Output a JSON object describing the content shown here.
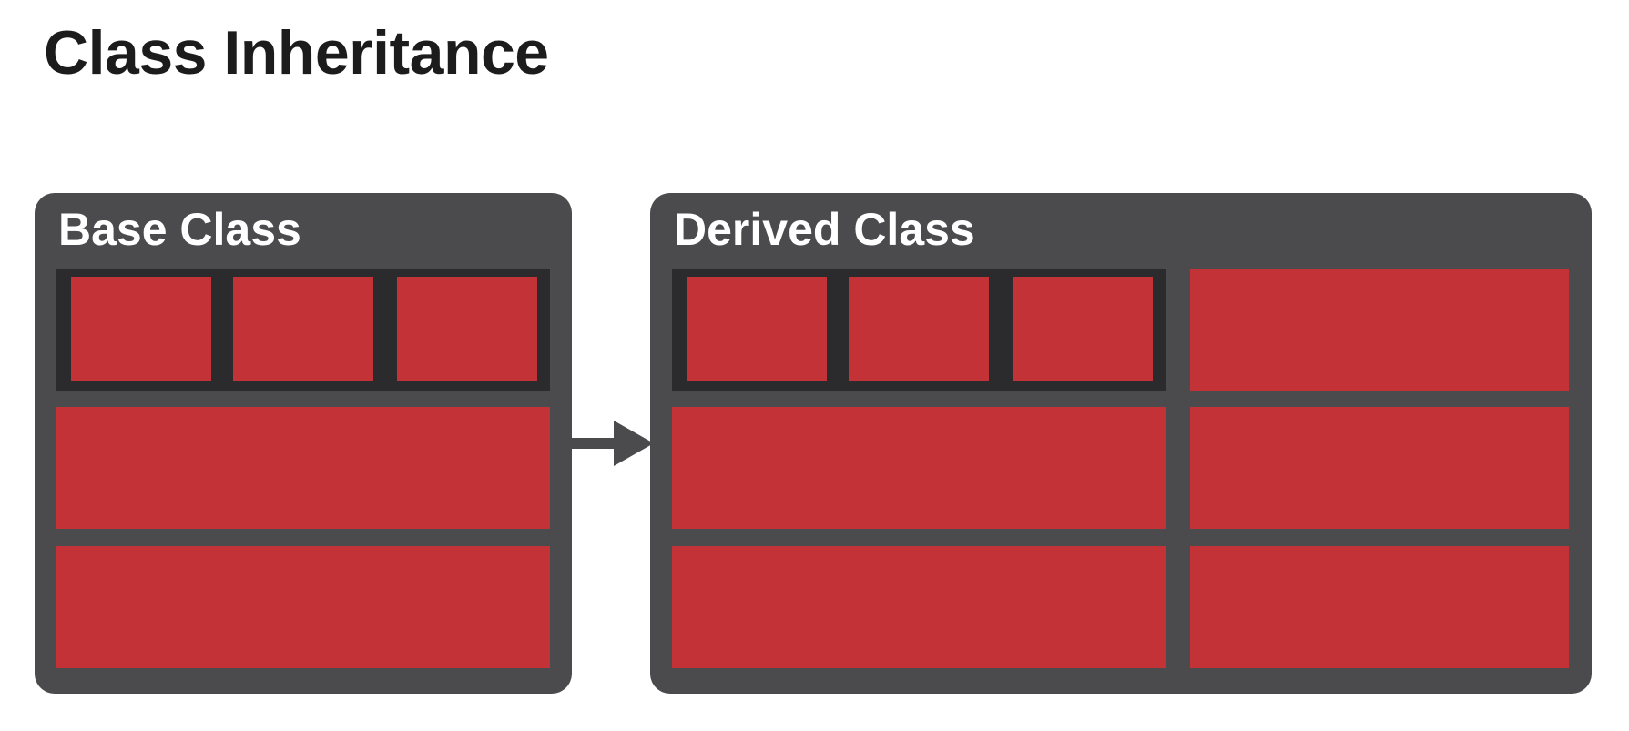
{
  "title": "Class Inheritance",
  "base_class": {
    "label": "Base Class",
    "nested_members": 3,
    "wide_members": 2
  },
  "derived_class": {
    "label": "Derived Class",
    "inherited_nested_members": 3,
    "inherited_wide_members": 2,
    "added_members": 3
  },
  "relationship": {
    "from": "Base Class",
    "to": "Derived Class",
    "icon": "arrow-right-icon"
  },
  "colors": {
    "member": "#c23237",
    "box": "#4b4a4d",
    "group": "#2b2a2c",
    "title": "#1c1c1c"
  }
}
